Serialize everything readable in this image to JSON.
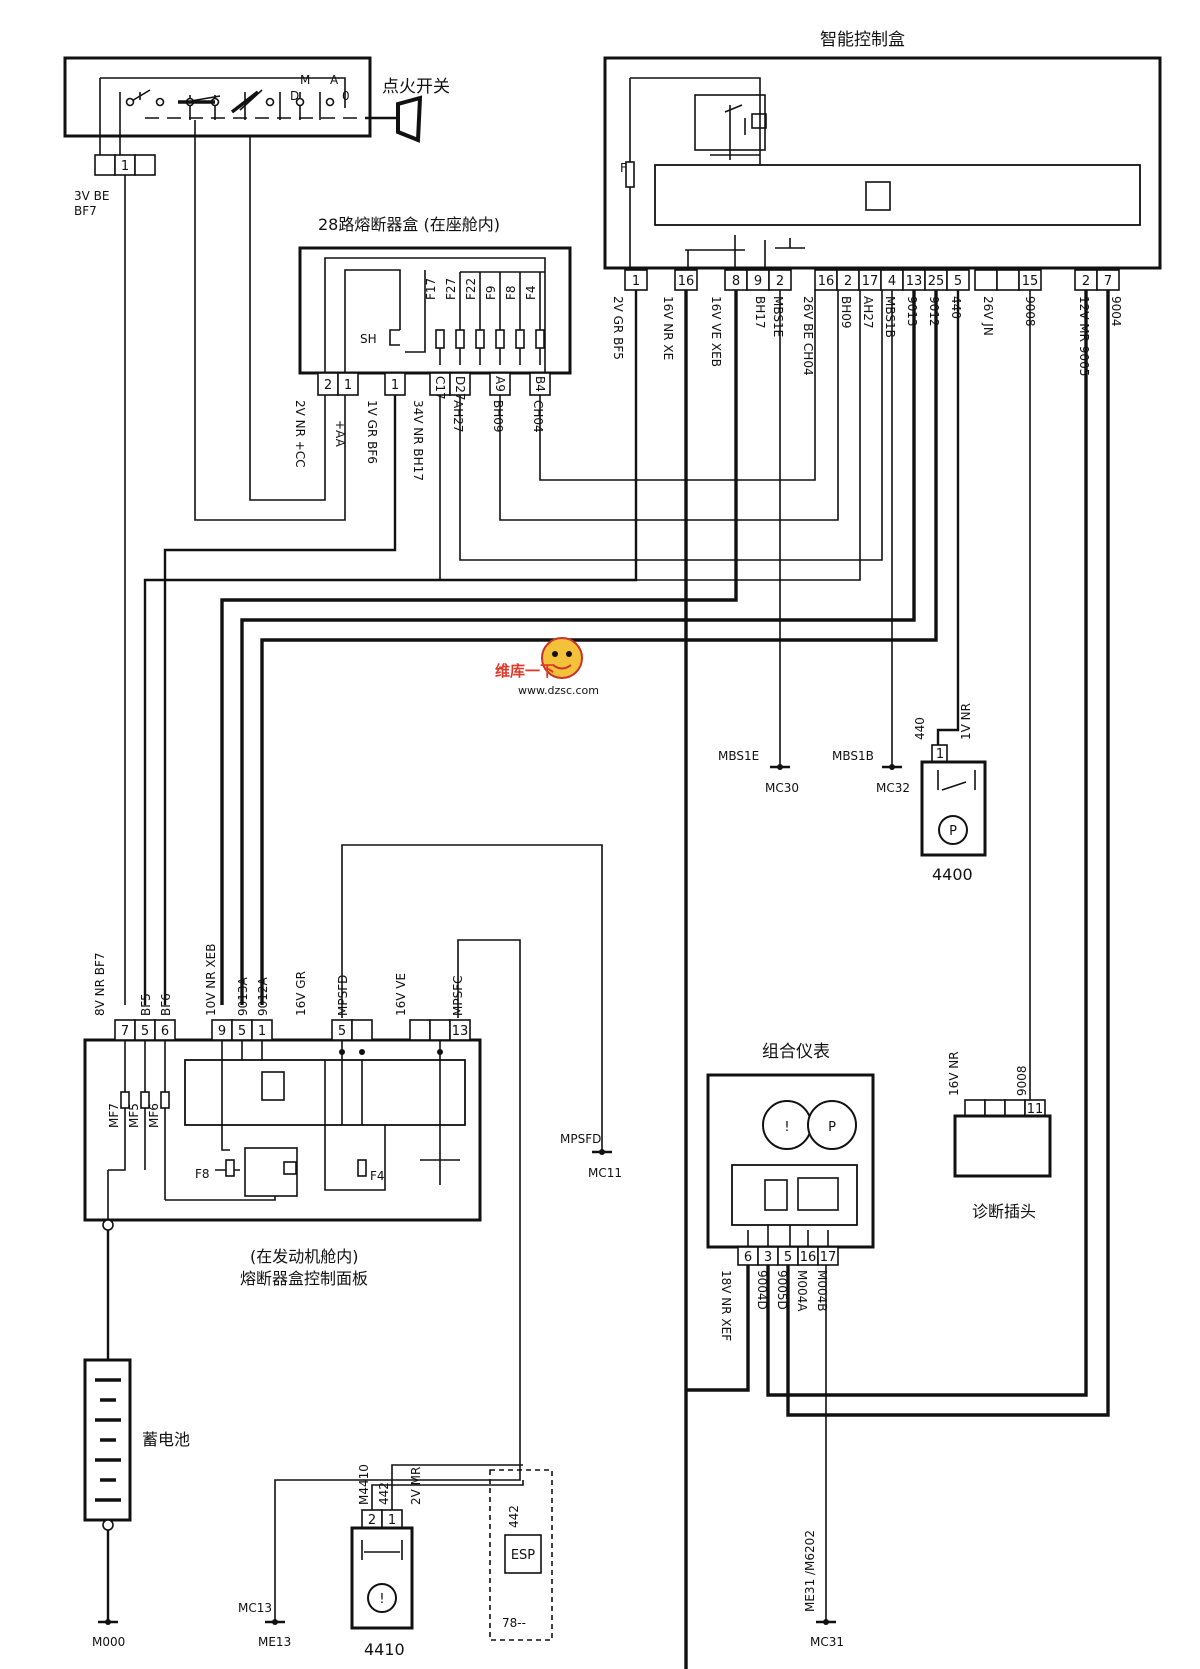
{
  "labels": {
    "smart_box": "智能控制盒",
    "ignition": "点火开关",
    "fuse28": "28路熔断器盒 (在座舱内)",
    "engine_box_1": "(在发动机舱内)",
    "engine_box_2": "熔断器盒控制面板",
    "battery": "蓄电池",
    "cluster": "组合仪表",
    "diag": "诊断插头",
    "f_label": "F",
    "sh": "SH",
    "watermark_url": "www.dzsc.com",
    "watermark_text": "维库一下",
    "sw_M": "M",
    "sw_A": "A",
    "sw_D": "D",
    "sw_0": "0",
    "bf7_3v": "3V BE",
    "bf7": "BF7",
    "esp": "ESP",
    "esp_ref": "78--",
    "c4410": "4410",
    "c4400": "4400",
    "f8": "F8",
    "f4": "F4",
    "mf7": "MF7",
    "mf5": "MF5",
    "mf6": "MF6"
  },
  "smart_box_pins": [
    "1",
    "16",
    "8",
    "9",
    "2",
    "16",
    "2",
    "17",
    "4",
    "13",
    "25",
    "5",
    "15",
    "2",
    "7"
  ],
  "smart_box_wires": [
    "2V GR BF5",
    "16V NR XE",
    "16V VE XEB",
    "BH17",
    "MBS1E",
    "26V BE CH04",
    "BH09",
    "AH27",
    "MBS1B",
    "9013",
    "9012",
    "440",
    "26V JN",
    "9008",
    "12V MR 9005",
    "9004"
  ],
  "fuse_names": [
    "F17",
    "F27",
    "F22",
    "F9",
    "F8",
    "F4"
  ],
  "fuse28_pins": [
    "2",
    "1",
    "1",
    "C17",
    "D27",
    "A9",
    "B4"
  ],
  "fuse28_wires": [
    "2V NR +CC",
    "+AA",
    "1V GR BF6",
    "34V NR BH17",
    "AH27",
    "BH09",
    "CH04"
  ],
  "ignition_pin": "1",
  "engine_pins": [
    "7",
    "5",
    "6",
    "9",
    "5",
    "1",
    "5",
    "13"
  ],
  "engine_wires": [
    "8V NR BF7",
    "BF5",
    "BF6",
    "10V NR XEB",
    "9013A",
    "9012A",
    "16V GR",
    "MPSFD",
    "16V VE",
    "MPSFC"
  ],
  "cluster_pins": [
    "6",
    "3",
    "5",
    "16",
    "17"
  ],
  "cluster_wires": [
    "18V NR XEF",
    "9004D",
    "9005D",
    "M004A",
    "M004B"
  ],
  "diag_pin": "11",
  "diag_wires": [
    "16V NR",
    "9008"
  ],
  "c4400": {
    "pin": "1",
    "wires": [
      "440",
      "1V NR"
    ]
  },
  "c4410": {
    "pins": [
      "2",
      "1"
    ],
    "wires": [
      "M4410",
      "442",
      "2V MR"
    ]
  },
  "esp_wire": "442",
  "grounds": [
    "MBS1E",
    "MC30",
    "MBS1B",
    "MC32",
    "MPSFD",
    "MC11",
    "M000",
    "MC13",
    "ME13",
    "ME31 /M6202",
    "MC31"
  ]
}
